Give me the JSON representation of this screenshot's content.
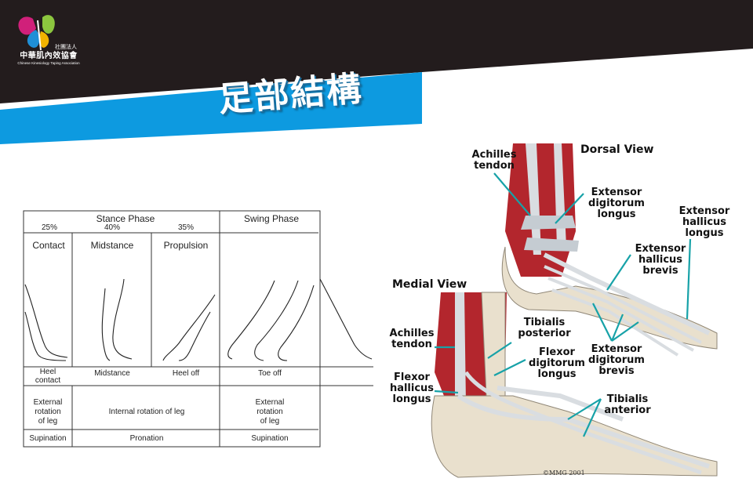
{
  "header": {
    "title": "足部結構",
    "org_name": "中華肌內效協會",
    "org_prefix": "社團法人",
    "org_english": "Chinese Kinesiology Taping Association",
    "colors": {
      "band_dark": "#231c1d",
      "band_blue": "#0d9ae0",
      "accent_magenta": "#d0207a",
      "accent_green": "#8cc63f"
    }
  },
  "gait": {
    "stance_phase": "Stance Phase",
    "swing_phase": "Swing Phase",
    "pct_contact": "25%",
    "pct_midstance": "40%",
    "pct_propulsion": "35%",
    "col_contact": "Contact",
    "col_midstance": "Midstance",
    "col_propulsion": "Propulsion",
    "evt_heel_contact": [
      "Heel",
      "contact"
    ],
    "evt_midstance": "Midstance",
    "evt_heel_off": "Heel off",
    "evt_toe_off": "Toe off",
    "rot_external_1": [
      "External",
      "rotation",
      "of leg"
    ],
    "rot_internal": "Internal rotation of leg",
    "rot_external_2": [
      "External",
      "rotation",
      "of leg"
    ],
    "mot_supination_1": "Supination",
    "mot_pronation": "Pronation",
    "mot_supination_2": "Supination"
  },
  "anatomy": {
    "dorsal_view": "Dorsal View",
    "medial_view": "Medial View",
    "copyright": "©MMG 2001",
    "labels": {
      "achilles_top": [
        "Achilles",
        "tendon"
      ],
      "ext_dig_longus": [
        "Extensor",
        "digitorum",
        "longus"
      ],
      "ext_hal_longus": [
        "Extensor",
        "hallicus",
        "longus"
      ],
      "ext_hal_brevis": [
        "Extensor",
        "hallicus",
        "brevis"
      ],
      "ext_dig_brevis": [
        "Extensor",
        "digitorum",
        "brevis"
      ],
      "achilles_medial": [
        "Achilles",
        "tendon"
      ],
      "tib_posterior": [
        "Tibialis",
        "posterior"
      ],
      "flex_dig_longus": [
        "Flexor",
        "digitorum",
        "longus"
      ],
      "flex_hal_longus": [
        "Flexor",
        "hallicus",
        "longus"
      ],
      "tib_anterior": [
        "Tibialis",
        "anterior"
      ]
    },
    "colors": {
      "muscle": "#b3262d",
      "tendon": "#d9dde1",
      "bone": "#e9e0cd",
      "pointer": "#17a2a8"
    }
  }
}
